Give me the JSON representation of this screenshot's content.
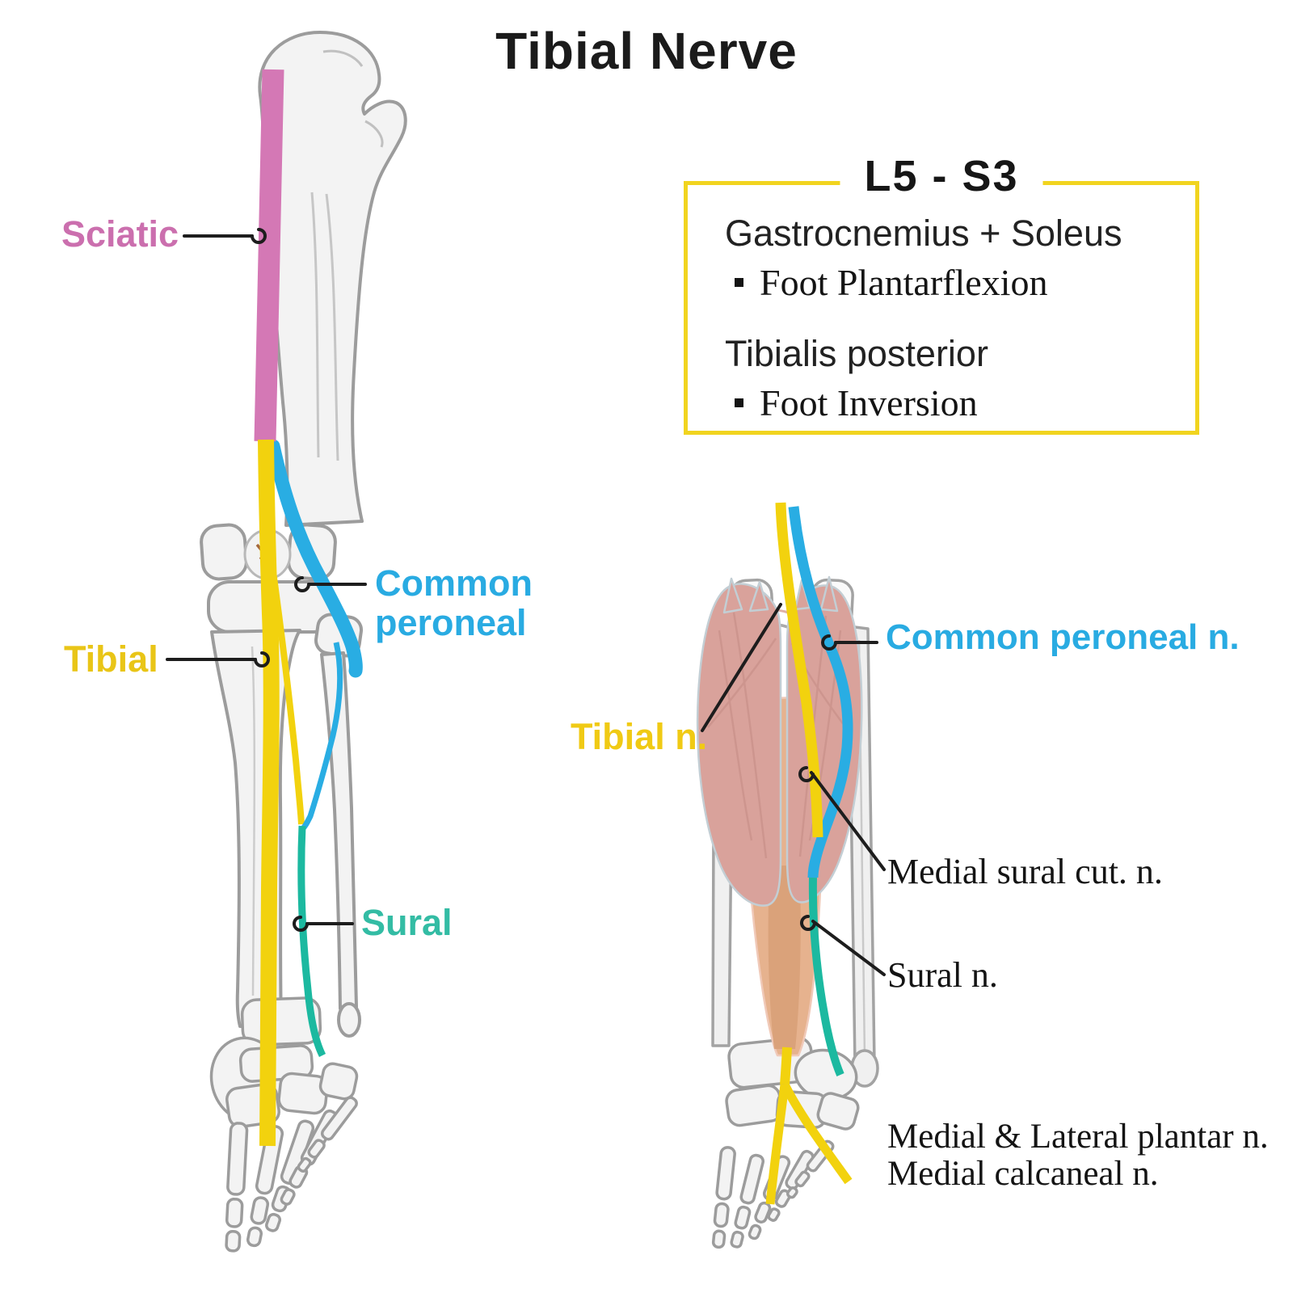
{
  "title": "Tibial Nerve",
  "colors": {
    "sciatic": "#d478b5",
    "tibial": "#f2d20e",
    "common_peroneal": "#29ade3",
    "sural": "#1cb9a0",
    "box_border": "#f1d41f",
    "bone_fill": "#f3f3f3",
    "bone_outline": "#9c9c9c",
    "muscle": "#d9a29b",
    "leader_line": "#1d1d1d"
  },
  "left_figure": {
    "labels": {
      "sciatic": "Sciatic",
      "tibial": "Tibial",
      "common_peroneal_line1": "Common",
      "common_peroneal_line2": "peroneal",
      "sural": "Sural"
    }
  },
  "info_box": {
    "header": "L5 - S3",
    "entries": [
      {
        "muscle": "Gastrocnemius + Soleus",
        "action": "Foot Plantarflexion"
      },
      {
        "muscle": "Tibialis posterior",
        "action": "Foot Inversion"
      }
    ]
  },
  "right_figure": {
    "labels": {
      "common_peroneal": "Common peroneal n.",
      "tibial": "Tibial n.",
      "medial_sural": "Medial sural cut. n.",
      "sural": "Sural n.",
      "plantar_line1": "Medial & Lateral plantar n.",
      "plantar_line2": "Medial calcaneal n."
    }
  }
}
